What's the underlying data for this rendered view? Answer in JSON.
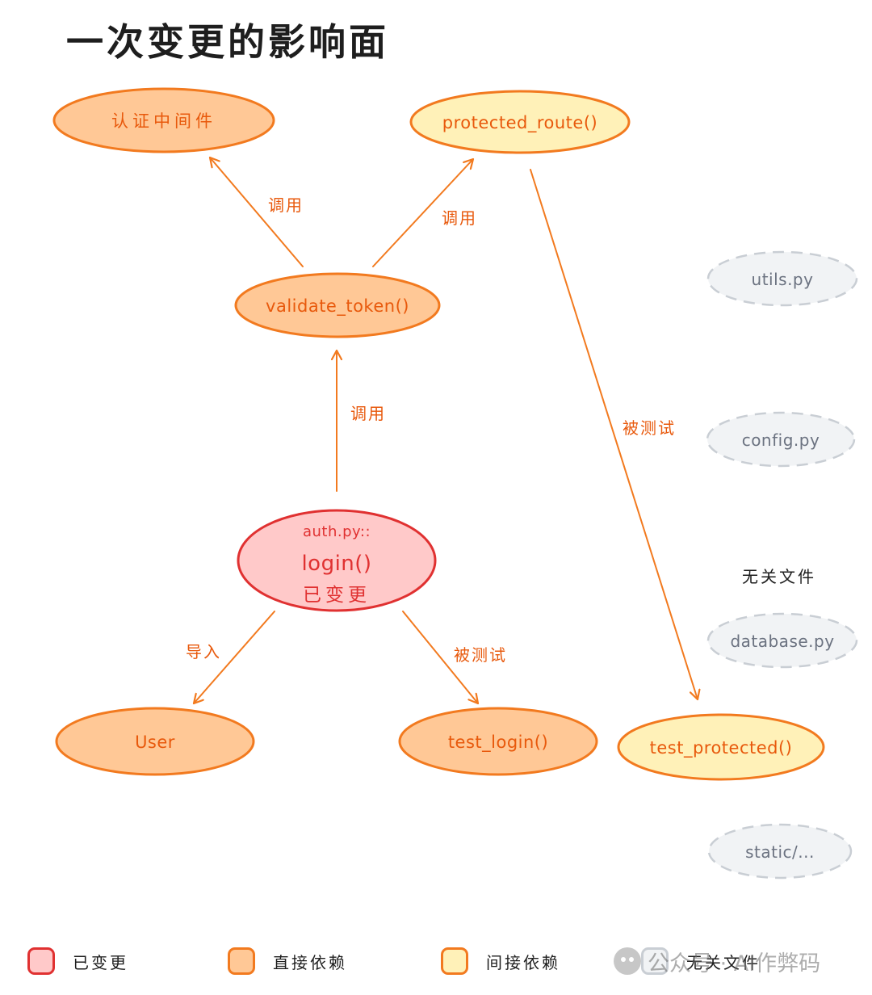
{
  "title": "一次变更的影响面",
  "nodes": [
    {
      "id": "changed",
      "kind": "changed",
      "lines": [
        "auth.py::",
        "login()",
        "已变更"
      ]
    },
    {
      "id": "validate_token",
      "kind": "direct",
      "lines": [
        "validate_token()"
      ]
    },
    {
      "id": "auth_middleware",
      "kind": "direct",
      "lines": [
        "认证中间件"
      ]
    },
    {
      "id": "protected_route",
      "kind": "indirect",
      "lines": [
        "protected_route()"
      ]
    },
    {
      "id": "user",
      "kind": "direct",
      "lines": [
        "User"
      ]
    },
    {
      "id": "test_login",
      "kind": "direct",
      "lines": [
        "test_login()"
      ]
    },
    {
      "id": "test_protected",
      "kind": "indirect",
      "lines": [
        "test_protected()"
      ]
    },
    {
      "id": "utils",
      "kind": "unrelated",
      "lines": [
        "utils.py"
      ]
    },
    {
      "id": "config",
      "kind": "unrelated",
      "lines": [
        "config.py"
      ]
    },
    {
      "id": "database",
      "kind": "unrelated",
      "lines": [
        "database.py"
      ]
    },
    {
      "id": "static",
      "kind": "unrelated",
      "lines": [
        "static/..."
      ]
    }
  ],
  "edges": [
    {
      "from": "changed",
      "to": "validate_token",
      "label": "调用"
    },
    {
      "from": "validate_token",
      "to": "auth_middleware",
      "label": "调用"
    },
    {
      "from": "validate_token",
      "to": "protected_route",
      "label": "调用"
    },
    {
      "from": "protected_route",
      "to": "test_protected",
      "label": "被测试"
    },
    {
      "from": "changed",
      "to": "user",
      "label": "导入"
    },
    {
      "from": "changed",
      "to": "test_login",
      "label": "被测试"
    }
  ],
  "group_label": "无关文件",
  "legend": [
    {
      "kind": "changed",
      "label": "已变更"
    },
    {
      "kind": "direct",
      "label": "直接依赖"
    },
    {
      "kind": "indirect",
      "label": "间接依赖"
    },
    {
      "kind": "unrelated",
      "label": "无关文件"
    }
  ],
  "watermark": "公众号 · AI作弊码",
  "colors": {
    "changed_fill": "#ffc9c9",
    "changed_stroke": "#e03131",
    "changed_text": "#e03131",
    "direct_fill": "#ffc896",
    "direct_stroke": "#f27a1f",
    "direct_text": "#e8590c",
    "indirect_fill": "#fff1b8",
    "indirect_stroke": "#f27a1f",
    "indirect_text": "#e8590c",
    "unrelated_fill": "#f1f3f5",
    "unrelated_stroke": "#c9ced4",
    "unrelated_text": "#6b7280",
    "edge": "#f27a1f",
    "edge_label": "#e8590c"
  }
}
